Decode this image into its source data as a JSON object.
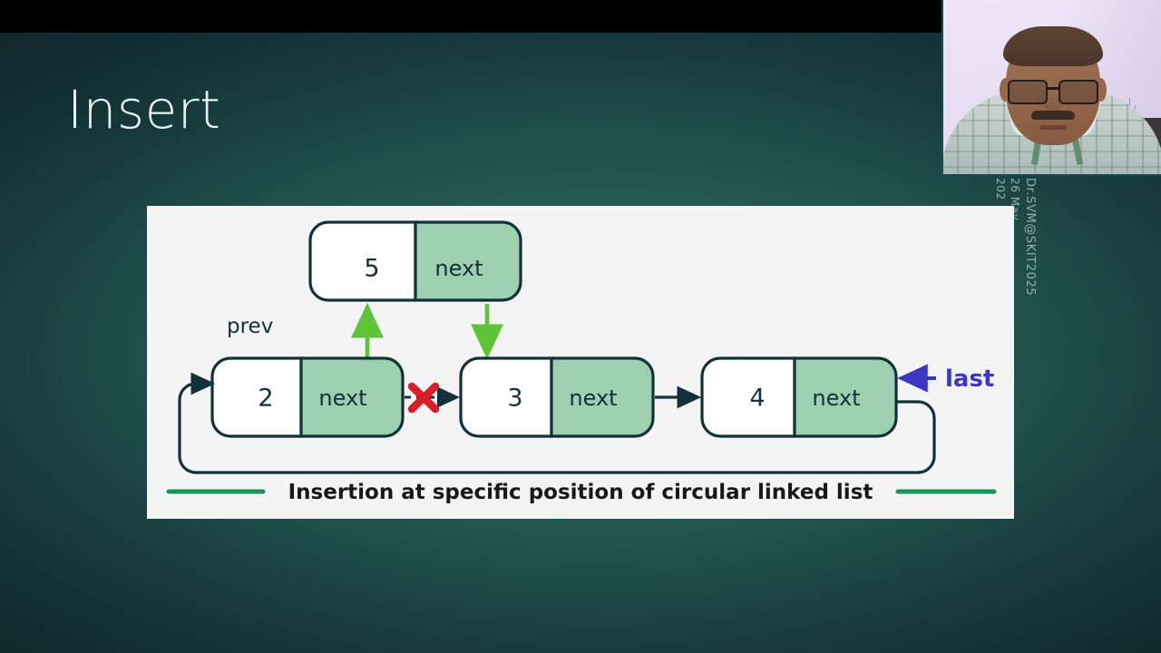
{
  "slide": {
    "title": "Insert",
    "background_color": "#21524d",
    "letterbox_color": "#000000"
  },
  "watermark": {
    "line1": "Dr.SVM@SKIT2025",
    "line2": "26 May",
    "line3": "202"
  },
  "webcam": {
    "label": "presenter-webcam-feed"
  },
  "diagram": {
    "panel_color": "#f4f4f4",
    "node_border_color": "#12313a",
    "node_value_bg": "#ffffff",
    "node_next_bg": "#9ecfb0",
    "insert_arrow_color": "#5dc437",
    "break_marker_color": "#d81f26",
    "last_pointer_color": "#3a37c0",
    "caption_rule_color": "#159457",
    "caption": "Insertion at specific position of circular linked list",
    "labels": {
      "prev": "prev",
      "last": "last"
    },
    "new_node": {
      "value": "5",
      "pointer_label": "next"
    },
    "nodes": [
      {
        "value": "2",
        "pointer_label": "next"
      },
      {
        "value": "3",
        "pointer_label": "next"
      },
      {
        "value": "4",
        "pointer_label": "next"
      }
    ]
  }
}
